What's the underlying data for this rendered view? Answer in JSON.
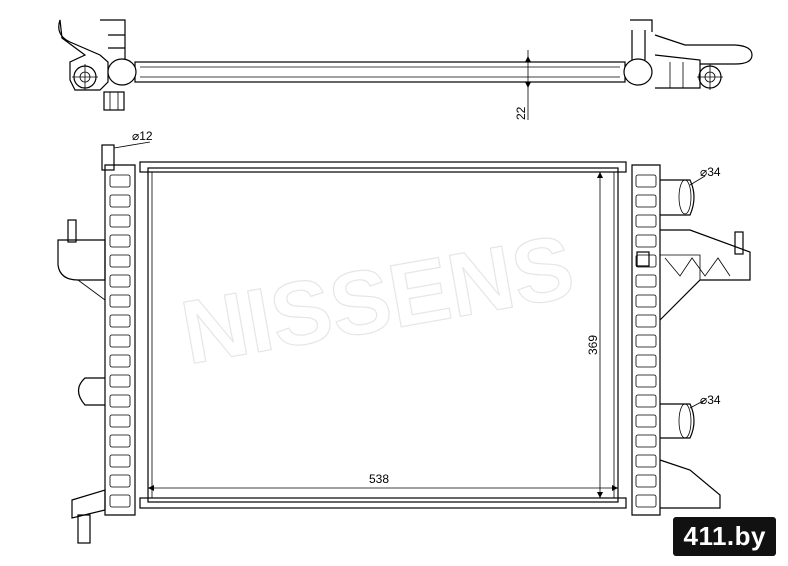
{
  "dimensions": {
    "width_label": "538",
    "height_label": "369",
    "thickness_label": "22",
    "inlet_top_label": "⌀34",
    "outlet_bottom_label": "⌀34",
    "pin_label": "⌀12"
  },
  "brand": {
    "badge_text": "411.by",
    "watermark_text": "NISSENS"
  },
  "colors": {
    "line": "#000000",
    "badge_bg": "#111111",
    "badge_text": "#ffffff"
  }
}
